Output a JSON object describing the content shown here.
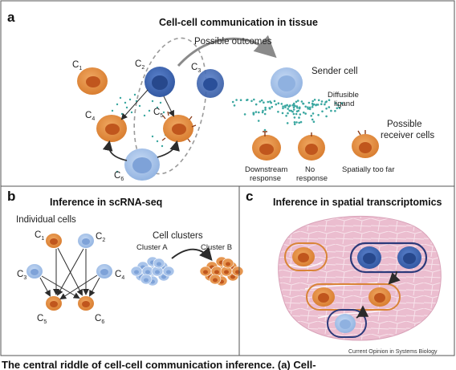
{
  "panels": {
    "a": {
      "letter": "a",
      "title": "Cell-cell communication in tissue",
      "outcomes_label": "Possible outcomes",
      "cell_labels": [
        "C",
        "C",
        "C",
        "C",
        "C",
        "C"
      ],
      "cell_subscripts": [
        "1",
        "2",
        "3",
        "4",
        "5",
        "6"
      ],
      "sender_label": "Sender cell",
      "diffusible_label_line1": "Diffusible",
      "diffusible_label_line2": "ligand",
      "receivers_label_line1": "Possible",
      "receivers_label_line2": "receiver cells",
      "receiver_outcomes": [
        {
          "line1": "Downstream",
          "line2": "response"
        },
        {
          "line1": "No",
          "line2": "response"
        },
        {
          "line1": "Spatially too far",
          "line2": ""
        }
      ]
    },
    "b": {
      "letter": "b",
      "title": "Inference in scRNA-seq",
      "individual_label": "Individual cells",
      "clusters_label": "Cell clusters",
      "cluster_a": "Cluster A",
      "cluster_b": "Cluster B",
      "cell_labels": [
        "C",
        "C",
        "C",
        "C",
        "C",
        "C"
      ],
      "cell_subscripts": [
        "1",
        "2",
        "3",
        "4",
        "5",
        "6"
      ]
    },
    "c": {
      "letter": "c",
      "title": "Inference in spatial transcriptomics",
      "credit": "Current Opinion in Systems Biology"
    }
  },
  "caption": "The central riddle of cell-cell communication inference. (a) Cell-",
  "colors": {
    "orange_cell": "#e0883a",
    "orange_nucleus": "#c0561d",
    "dark_blue_cell": "#3c64b4",
    "light_blue_cell": "#a9c4ea",
    "ligand_dots": "#3aa7a0",
    "tissue_pink": "#e9b9cc",
    "outline_navy": "#2c3a7a",
    "outline_orange": "#d98437"
  }
}
